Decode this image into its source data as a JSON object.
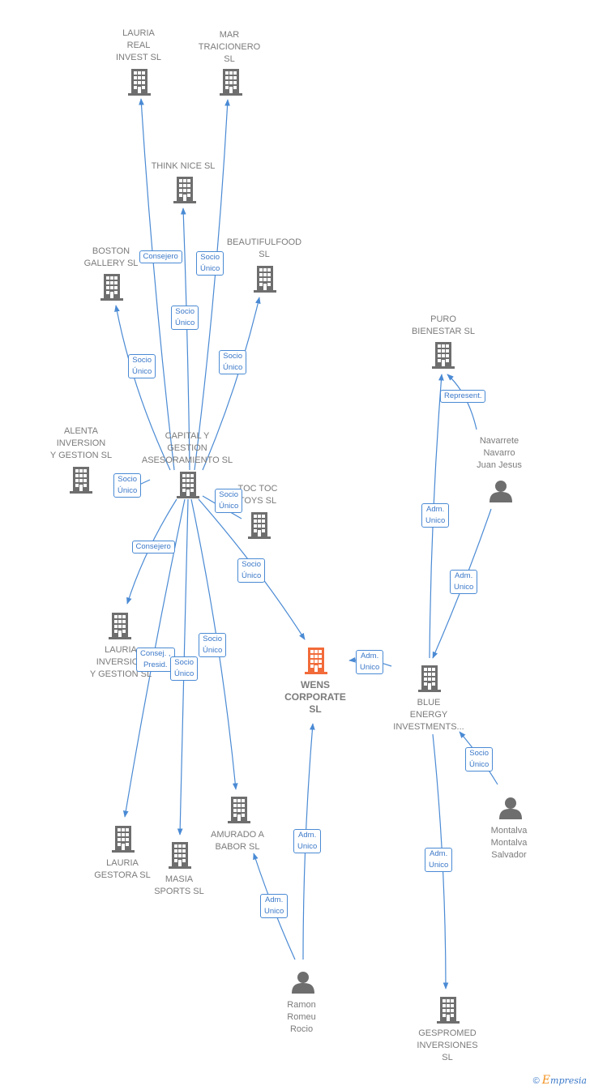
{
  "colors": {
    "edge": "#4a8ad4",
    "company": "#6e6e6e",
    "focus": "#f26b3a",
    "person": "#6e6e6e"
  },
  "nodes": [
    {
      "id": "lauria_real",
      "label": "LAURIA\nREAL\nINVEST  SL",
      "kind": "company"
    },
    {
      "id": "mar",
      "label": "MAR\nTRAICIONERO\nSL",
      "kind": "company"
    },
    {
      "id": "think",
      "label": "THINK NICE  SL",
      "kind": "company"
    },
    {
      "id": "boston",
      "label": "BOSTON\nGALLERY  SL",
      "kind": "company"
    },
    {
      "id": "beautiful",
      "label": "BEAUTIFULFOOD\nSL",
      "kind": "company"
    },
    {
      "id": "puro",
      "label": "PURO\nBIENESTAR  SL",
      "kind": "company"
    },
    {
      "id": "navarrete",
      "label": "Navarrete\nNavarro\nJuan Jesus",
      "kind": "person"
    },
    {
      "id": "alenta",
      "label": "ALENTA\nINVERSION\nY GESTION  SL",
      "kind": "company"
    },
    {
      "id": "capital",
      "label": "CAPITAL Y\nGESTION\nASESORAMIENTO SL",
      "kind": "company"
    },
    {
      "id": "toctoc",
      "label": "TOC TOC\nTOYS  SL",
      "kind": "company"
    },
    {
      "id": "lauria_inv",
      "label": "LAURIA\nINVERSION\nY GESTION  SL",
      "kind": "company"
    },
    {
      "id": "wens",
      "label": "WENS\nCORPORATE\nSL",
      "kind": "focus"
    },
    {
      "id": "blue",
      "label": "BLUE\nENERGY\nINVESTMENTS...",
      "kind": "company"
    },
    {
      "id": "montalva",
      "label": "Montalva\nMontalva\nSalvador",
      "kind": "person"
    },
    {
      "id": "lauria_gest",
      "label": "LAURIA\nGESTORA  SL",
      "kind": "company"
    },
    {
      "id": "amurado",
      "label": "AMURADO A\nBABOR  SL",
      "kind": "company"
    },
    {
      "id": "masia",
      "label": "MASIA\nSPORTS  SL",
      "kind": "company"
    },
    {
      "id": "ramon",
      "label": "Ramon\nRomeu\nRocio",
      "kind": "person"
    },
    {
      "id": "gespromed",
      "label": "GESPROMED\nINVERSIONES\nSL",
      "kind": "company"
    }
  ],
  "edges": [
    {
      "from": "capital",
      "to": "lauria_real",
      "label": "Consejero"
    },
    {
      "from": "capital",
      "to": "mar",
      "label": "Socio\nÚnico"
    },
    {
      "from": "capital",
      "to": "think",
      "label": "Socio\nÚnico"
    },
    {
      "from": "capital",
      "to": "boston",
      "label": "Socio\nÚnico"
    },
    {
      "from": "capital",
      "to": "beautiful",
      "label": "Socio\nÚnico"
    },
    {
      "from": "capital",
      "to": "alenta",
      "label": "Socio\nÚnico"
    },
    {
      "from": "capital",
      "to": "toctoc",
      "label": "Socio\nÚnico"
    },
    {
      "from": "capital",
      "to": "lauria_inv",
      "label": "Consejero"
    },
    {
      "from": "capital",
      "to": "wens",
      "label": "Socio\nÚnico"
    },
    {
      "from": "capital",
      "to": "lauria_gest",
      "label": "Consej. ,\nPresid."
    },
    {
      "from": "capital",
      "to": "masia",
      "label": "Socio\nÚnico"
    },
    {
      "from": "capital",
      "to": "amurado",
      "label": "Socio\nÚnico"
    },
    {
      "from": "navarrete",
      "to": "puro",
      "label": "Represent."
    },
    {
      "from": "blue",
      "to": "puro",
      "label": "Adm.\nUnico"
    },
    {
      "from": "navarrete",
      "to": "blue",
      "label": "Adm.\nUnico"
    },
    {
      "from": "blue",
      "to": "wens",
      "label": "Adm.\nUnico"
    },
    {
      "from": "montalva",
      "to": "blue",
      "label": "Socio\nÚnico"
    },
    {
      "from": "blue",
      "to": "gespromed",
      "label": "Adm.\nUnico"
    },
    {
      "from": "ramon",
      "to": "wens",
      "label": "Adm.\nUnico"
    },
    {
      "from": "ramon",
      "to": "amurado",
      "label": "Adm.\nUnico"
    }
  ],
  "footer": {
    "copyright": "©",
    "brand_initial": "E",
    "brand_rest": "mpresia"
  }
}
